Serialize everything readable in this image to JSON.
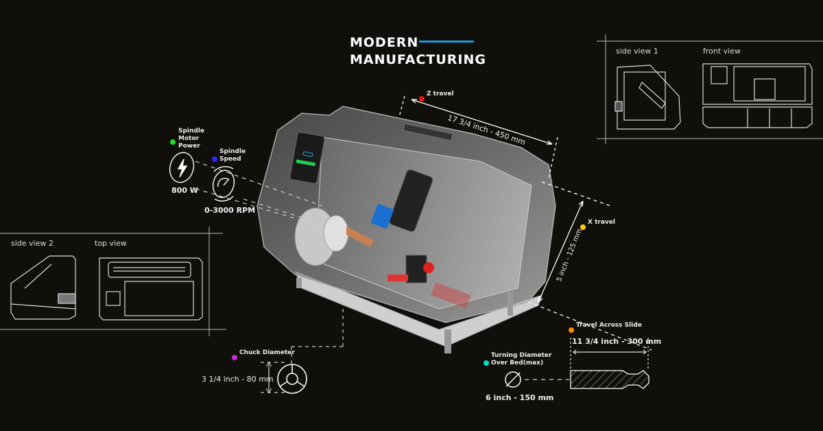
{
  "header": {
    "line1": "MODERN",
    "line2": "MANUFACTURING",
    "accent_color": "#1f9ae0"
  },
  "sketches": {
    "top_right": [
      {
        "label": "side view 1"
      },
      {
        "label": "front view"
      }
    ],
    "bottom_left": [
      {
        "label": "side view 2"
      },
      {
        "label": "top view"
      }
    ]
  },
  "specs": {
    "spindle_power": {
      "label_lines": [
        "Spindle",
        "Motor",
        "Power"
      ],
      "value": "800 W",
      "color": "#22dd22",
      "icon": "lightning-icon"
    },
    "spindle_speed": {
      "label_lines": [
        "Spindle",
        "Speed"
      ],
      "value": "0-3000 RPM",
      "color": "#2a2aff",
      "icon": "speedometer-icon"
    },
    "z_travel": {
      "label": "Z travel",
      "value": "17 3/4 inch - 450 mm",
      "color": "#ee1111"
    },
    "x_travel": {
      "label": "X travel",
      "value": "5 inch - 125 mm",
      "color": "#ffd000"
    },
    "travel_across_slide": {
      "label": "Travel Across Slide",
      "value": "11 3/4 inch - 300 mm",
      "color": "#ff8800"
    },
    "turning_diameter": {
      "label_lines": [
        "Turning Diameter",
        "Over Bed(max)"
      ],
      "value": "6 inch - 150 mm",
      "color": "#00e0c8",
      "icon": "diameter-icon"
    },
    "chuck_diameter": {
      "label": "Chuck Diameter",
      "value": "3 1/4 inch - 80 mm",
      "color": "#c030d0",
      "icon": "chuck-icon"
    }
  }
}
